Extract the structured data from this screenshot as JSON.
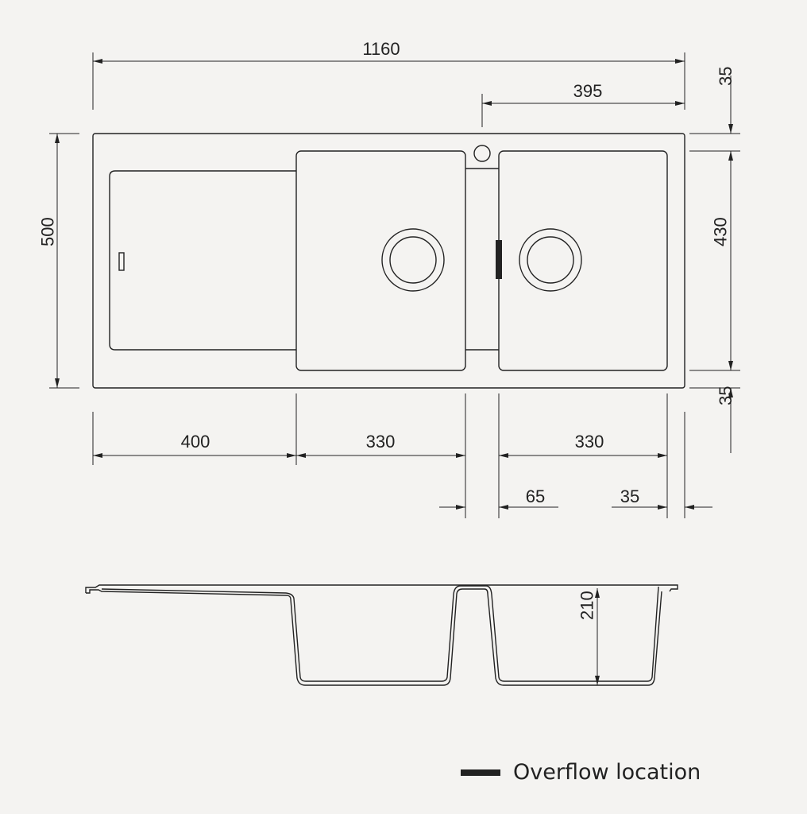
{
  "dimensions": {
    "overall_length": "1160",
    "tap_to_right": "395",
    "overall_width": "500",
    "top_margin": "35",
    "bowl_depth_plan": "430",
    "bottom_margin": "35",
    "drainer_length": "400",
    "left_bowl_width": "330",
    "right_bowl_width": "330",
    "bridge_width": "65",
    "right_margin": "35",
    "bowl_height": "210"
  },
  "legend": {
    "overflow_label": "Overflow location"
  },
  "colors": {
    "background": "#f4f3f1",
    "line": "#222222"
  }
}
